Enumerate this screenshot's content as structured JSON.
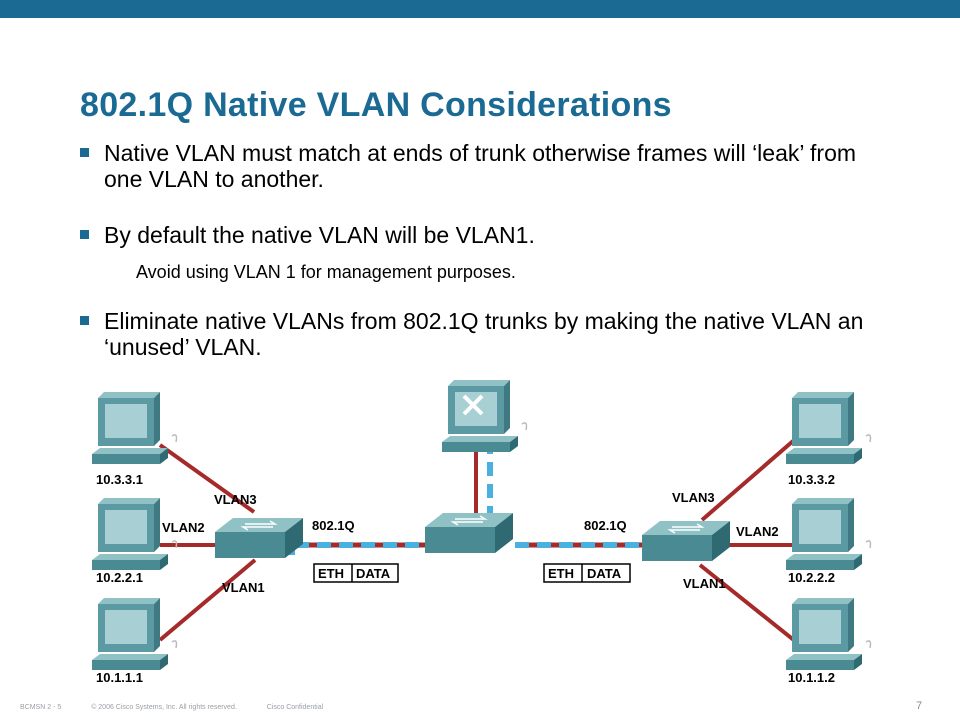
{
  "colors": {
    "top_bar": "#1a6a94",
    "title": "#1a6a94",
    "bullet": "#1a6a94",
    "link_vlan": "#a52a2a",
    "trunk_dashes": "#4ab0e0",
    "device": "#4a8a92"
  },
  "slide": {
    "title": "802.1Q Native VLAN Considerations",
    "bullets": [
      "Native VLAN must match at ends of trunk otherwise frames will ‘leak’ from one VLAN to another.",
      "By default the native VLAN will be VLAN1.",
      "Eliminate native VLANs from 802.1Q trunks by making the native VLAN an ‘unused’ VLAN."
    ],
    "sub_bullet": "Avoid using VLAN 1 for management purposes."
  },
  "diagram": {
    "left_hosts": [
      "10.3.3.1",
      "10.2.2.1",
      "10.1.1.1"
    ],
    "right_hosts": [
      "10.3.3.2",
      "10.2.2.2",
      "10.1.1.2"
    ],
    "left_vlans": [
      "VLAN3",
      "VLAN2",
      "VLAN1"
    ],
    "right_vlans": [
      "VLAN3",
      "VLAN2",
      "VLAN1"
    ],
    "trunk_labels": [
      "802.1Q",
      "802.1Q"
    ],
    "frame_left": [
      "ETH",
      "DATA"
    ],
    "frame_right": [
      "ETH",
      "DATA"
    ]
  },
  "footer": {
    "course": "BCMSN 2 - 5",
    "copyright": "© 2006 Cisco Systems, Inc. All rights reserved.",
    "confidential": "Cisco Confidential",
    "page": "7"
  }
}
